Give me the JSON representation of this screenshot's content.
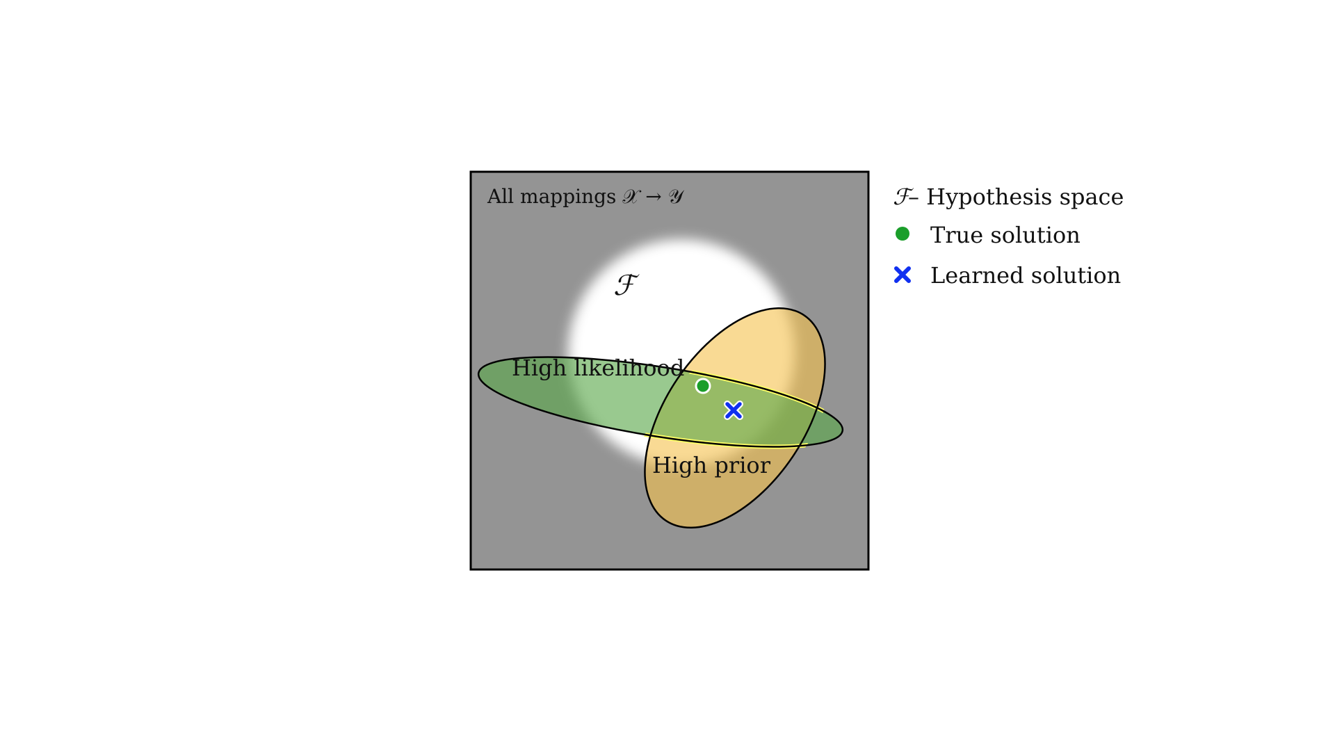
{
  "diagram": {
    "box_label": "All mappings 𝒳 → 𝒴",
    "space_symbol": "ℱ",
    "likelihood_label": "High likelihood",
    "prior_label": "High prior"
  },
  "legend": {
    "hypothesis_symbol": "ℱ",
    "hypothesis_label": " – Hypothesis space",
    "true_label": "True solution",
    "learned_label": "Learned solution"
  },
  "colors": {
    "background_box": "#949494",
    "hypothesis_space": "#ffffff",
    "likelihood": "#5aa84a",
    "prior": "#f5c24c",
    "intersection_outline": "#ffff66",
    "true_marker": "#1a9e2a",
    "learned_marker": "#1030f0"
  }
}
